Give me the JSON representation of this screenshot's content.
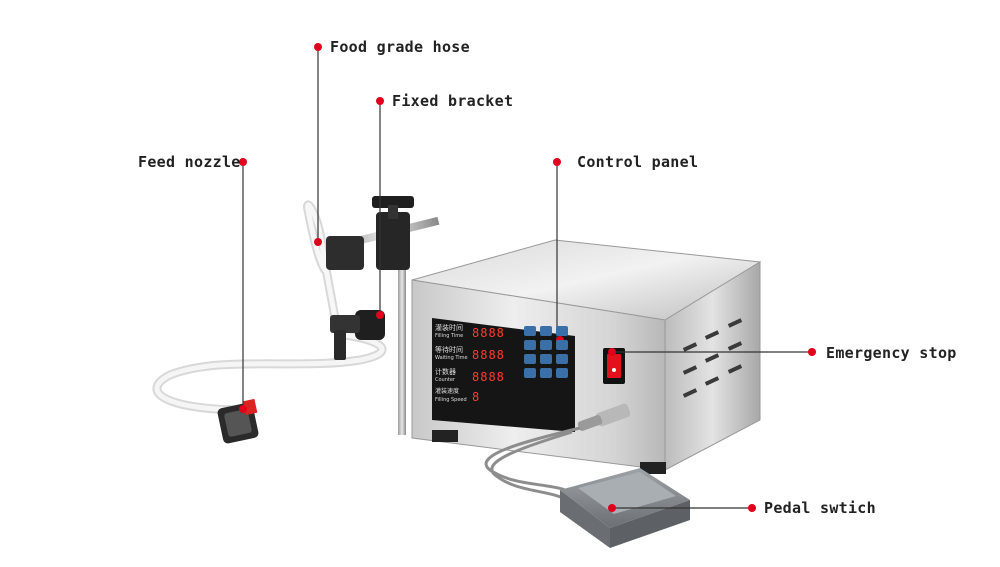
{
  "callouts": {
    "food_grade_hose": "Food grade hose",
    "fixed_bracket": "Fixed bracket",
    "feed_nozzle": "Feed nozzle",
    "control_panel": "Control panel",
    "emergency_stop": "Emergency stop",
    "pedal_switch": "Pedal swtich"
  },
  "panel": {
    "filling_time_cn": "灌装时间",
    "filling_time_en": "Filling Time",
    "waiting_time_cn": "等待时间",
    "waiting_time_en": "Waiting Time",
    "counter_cn": "计数器",
    "counter_en": "Counter",
    "filling_speed_cn": "灌装速度",
    "filling_speed_en": "Filling Speed",
    "display_1": "8888",
    "display_2": "8888",
    "display_3": "8888",
    "display_4": "8"
  },
  "colors": {
    "marker": "#e0001b",
    "leader": "#333333"
  }
}
